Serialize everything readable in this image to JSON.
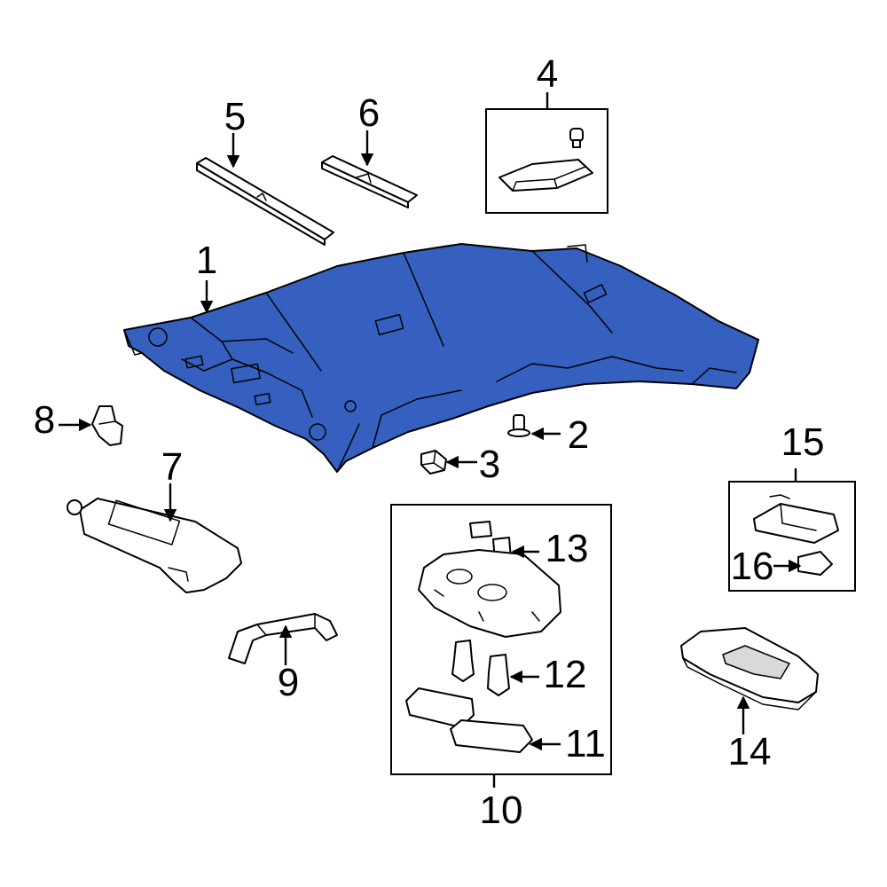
{
  "diagram": {
    "highlight_color": "#3560c0",
    "callouts": {
      "c1": "1",
      "c2": "2",
      "c3": "3",
      "c4": "4",
      "c5": "5",
      "c6": "6",
      "c7": "7",
      "c8": "8",
      "c9": "9",
      "c10": "10",
      "c11": "11",
      "c12": "12",
      "c13": "13",
      "c14": "14",
      "c15": "15",
      "c16": "16"
    }
  }
}
